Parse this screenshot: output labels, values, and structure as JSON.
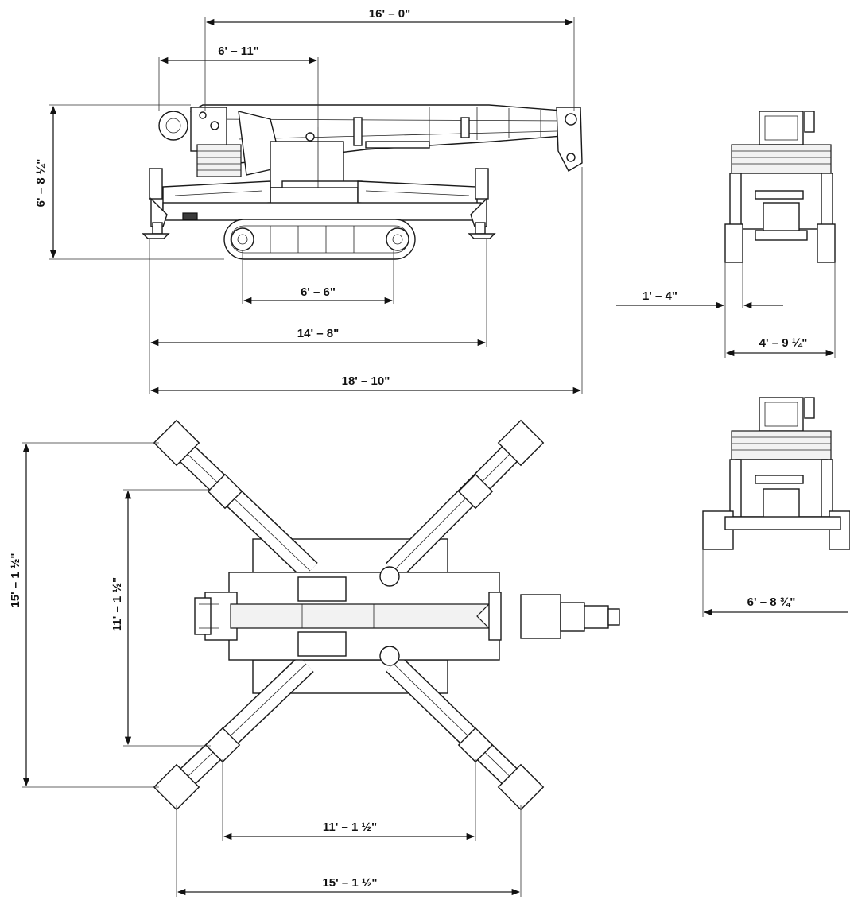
{
  "dimensions": {
    "side_view": {
      "overall_boom_length": "16' – 0\"",
      "upper_width": "6' – 11\"",
      "height": "6' – 8 ¼\"",
      "track_length": "6' – 6\"",
      "outrigger_span": "14' – 8\"",
      "overall_length": "18' – 10\""
    },
    "front_view_stowed": {
      "track_offset": "1' – 4\"",
      "width": "4' – 9 ¼\""
    },
    "front_view_deployed": {
      "width": "6' – 8 ¾\""
    },
    "top_view": {
      "outer_span_vertical": "15' – 1 ½\"",
      "inner_span_vertical": "11' – 1 ½\"",
      "inner_span_horizontal": "11' – 1 ½\"",
      "outer_span_horizontal": "15' – 1 ½\""
    }
  },
  "colors": {
    "line": "#1a1a1a",
    "background": "#ffffff"
  }
}
